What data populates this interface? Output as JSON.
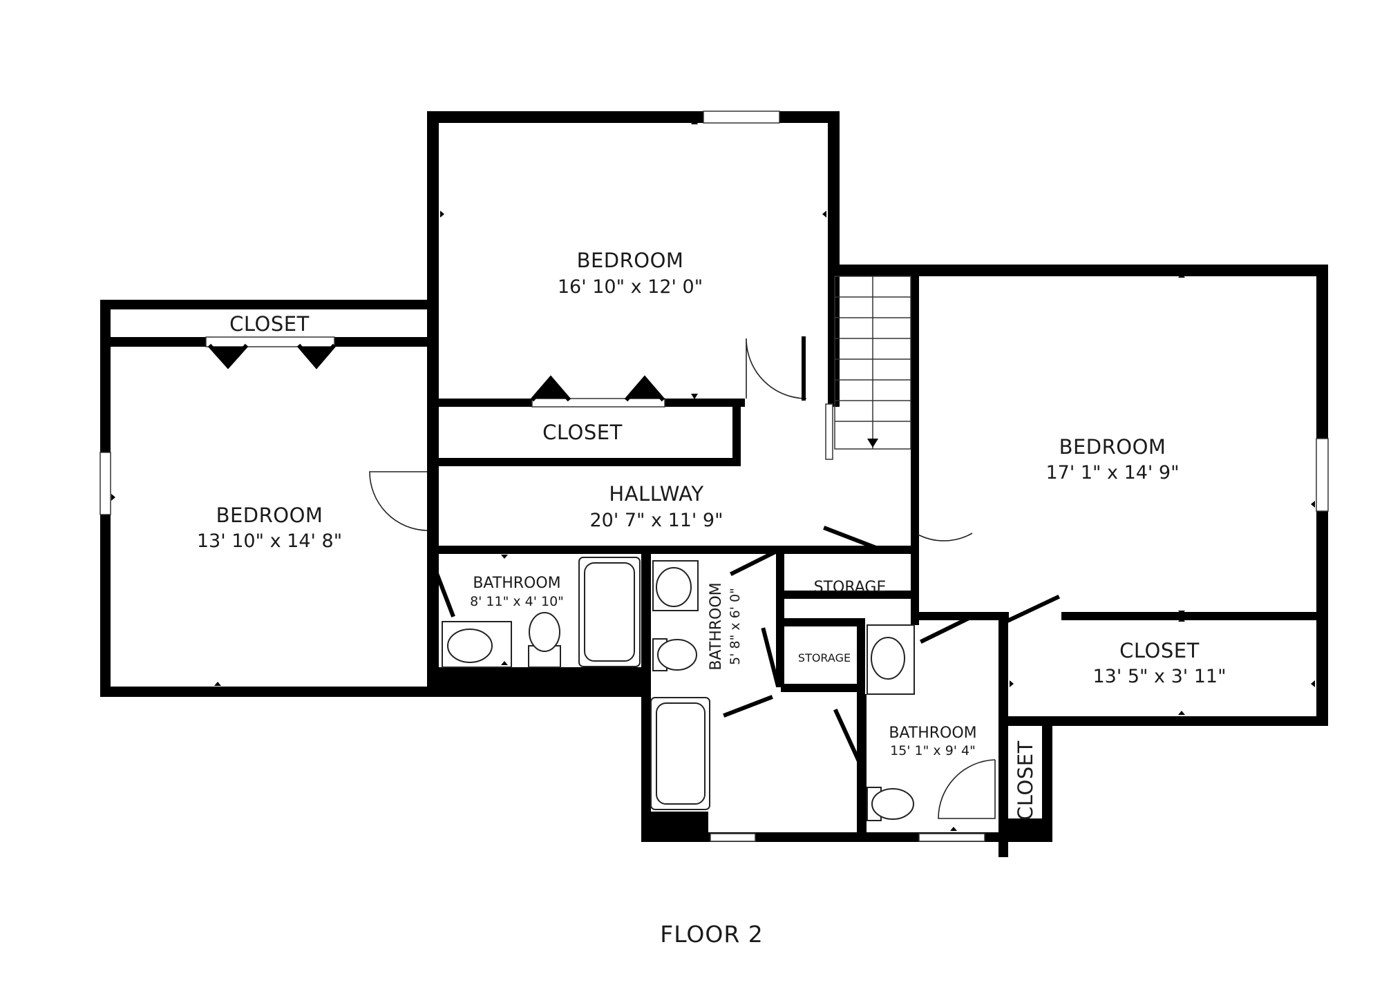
{
  "plan": {
    "floor_label": "FLOOR 2",
    "rooms": {
      "bedroom_top": {
        "name": "BEDROOM",
        "dims": "16' 10\" x 12' 0\""
      },
      "bedroom_left": {
        "name": "BEDROOM",
        "dims": "13' 10\" x 14' 8\""
      },
      "bedroom_right": {
        "name": "BEDROOM",
        "dims": "17' 1\" x 14' 9\""
      },
      "hallway": {
        "name": "HALLWAY",
        "dims": "20' 7\" x 11' 9\""
      },
      "closet_left": {
        "name": "CLOSET"
      },
      "closet_center": {
        "name": "CLOSET"
      },
      "closet_right": {
        "name": "CLOSET",
        "dims": "13' 5\" x 3' 11\""
      },
      "closet_small": {
        "name": "CLOSET"
      },
      "bathroom_a": {
        "name": "BATHROOM",
        "dims": "8' 11\" x 4' 10\""
      },
      "bathroom_b": {
        "name": "BATHROOM",
        "dims": "5' 8\" x 6' 0\""
      },
      "bathroom_c": {
        "name": "BATHROOM",
        "dims": "15' 1\" x 9' 4\""
      },
      "storage_a": {
        "name": "STORAGE"
      },
      "storage_b": {
        "name": "STORAGE"
      }
    },
    "colors": {
      "wall": "#000000",
      "background": "#ffffff",
      "text": "#1a1a1a"
    }
  }
}
